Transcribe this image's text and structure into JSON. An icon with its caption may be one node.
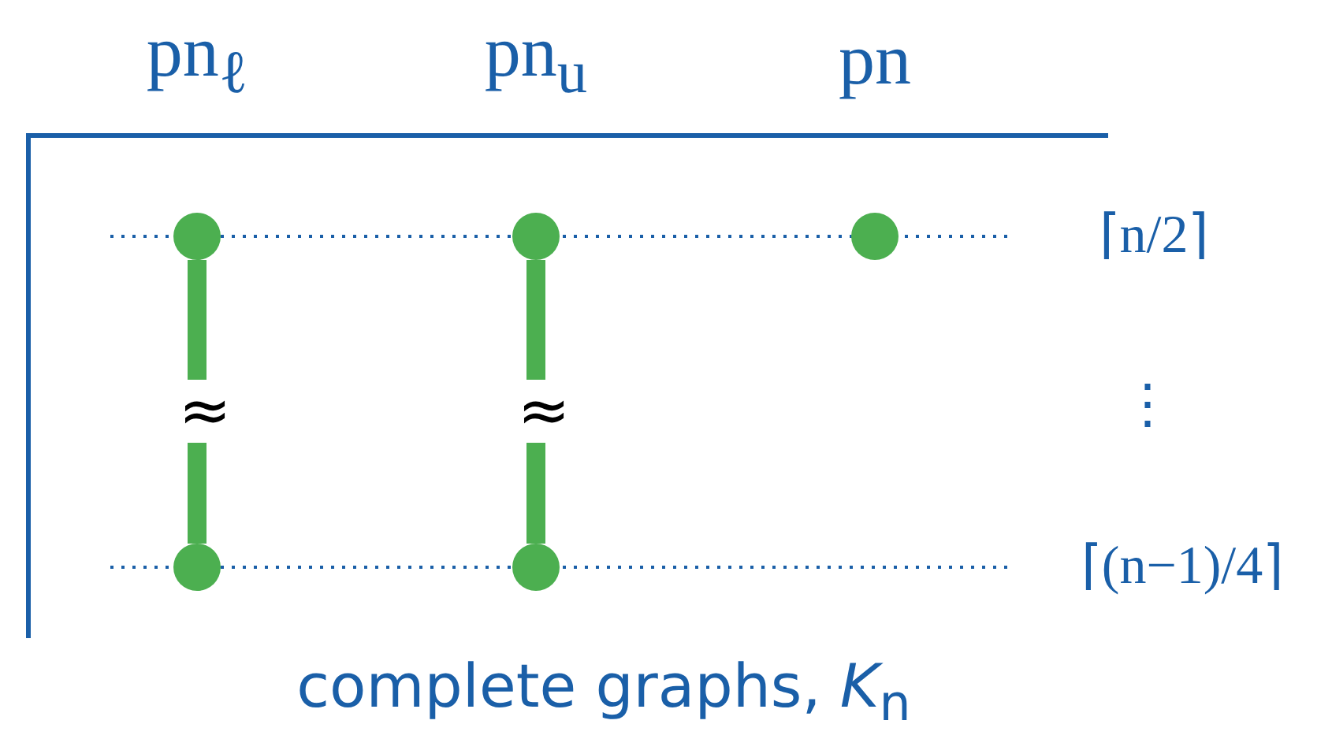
{
  "diagram": {
    "caption": "complete graphs, *K*$_{n}$",
    "nodes": [
      {
        "text": [],
        "shape": "circle"
      },
      {
        "text": [],
        "shape": "circle"
      },
      {
        "text": [],
        "shape": "circle"
      },
      {
        "text": [],
        "shape": "circle"
      },
      {
        "text": [],
        "shape": "circle"
      }
    ],
    "edges": [
      {
        "from": 0,
        "to": 3,
        "arrow": "none",
        "label": "≈"
      },
      {
        "from": 1,
        "to": 4,
        "arrow": "none",
        "label": "≈"
      }
    ],
    "labels": [
      "pn$_{ℓ}$",
      "pn$_{u}$",
      "pn",
      "⌈n/2⌉",
      "⋮",
      "⌈(n−1)/4⌉"
    ]
  }
}
